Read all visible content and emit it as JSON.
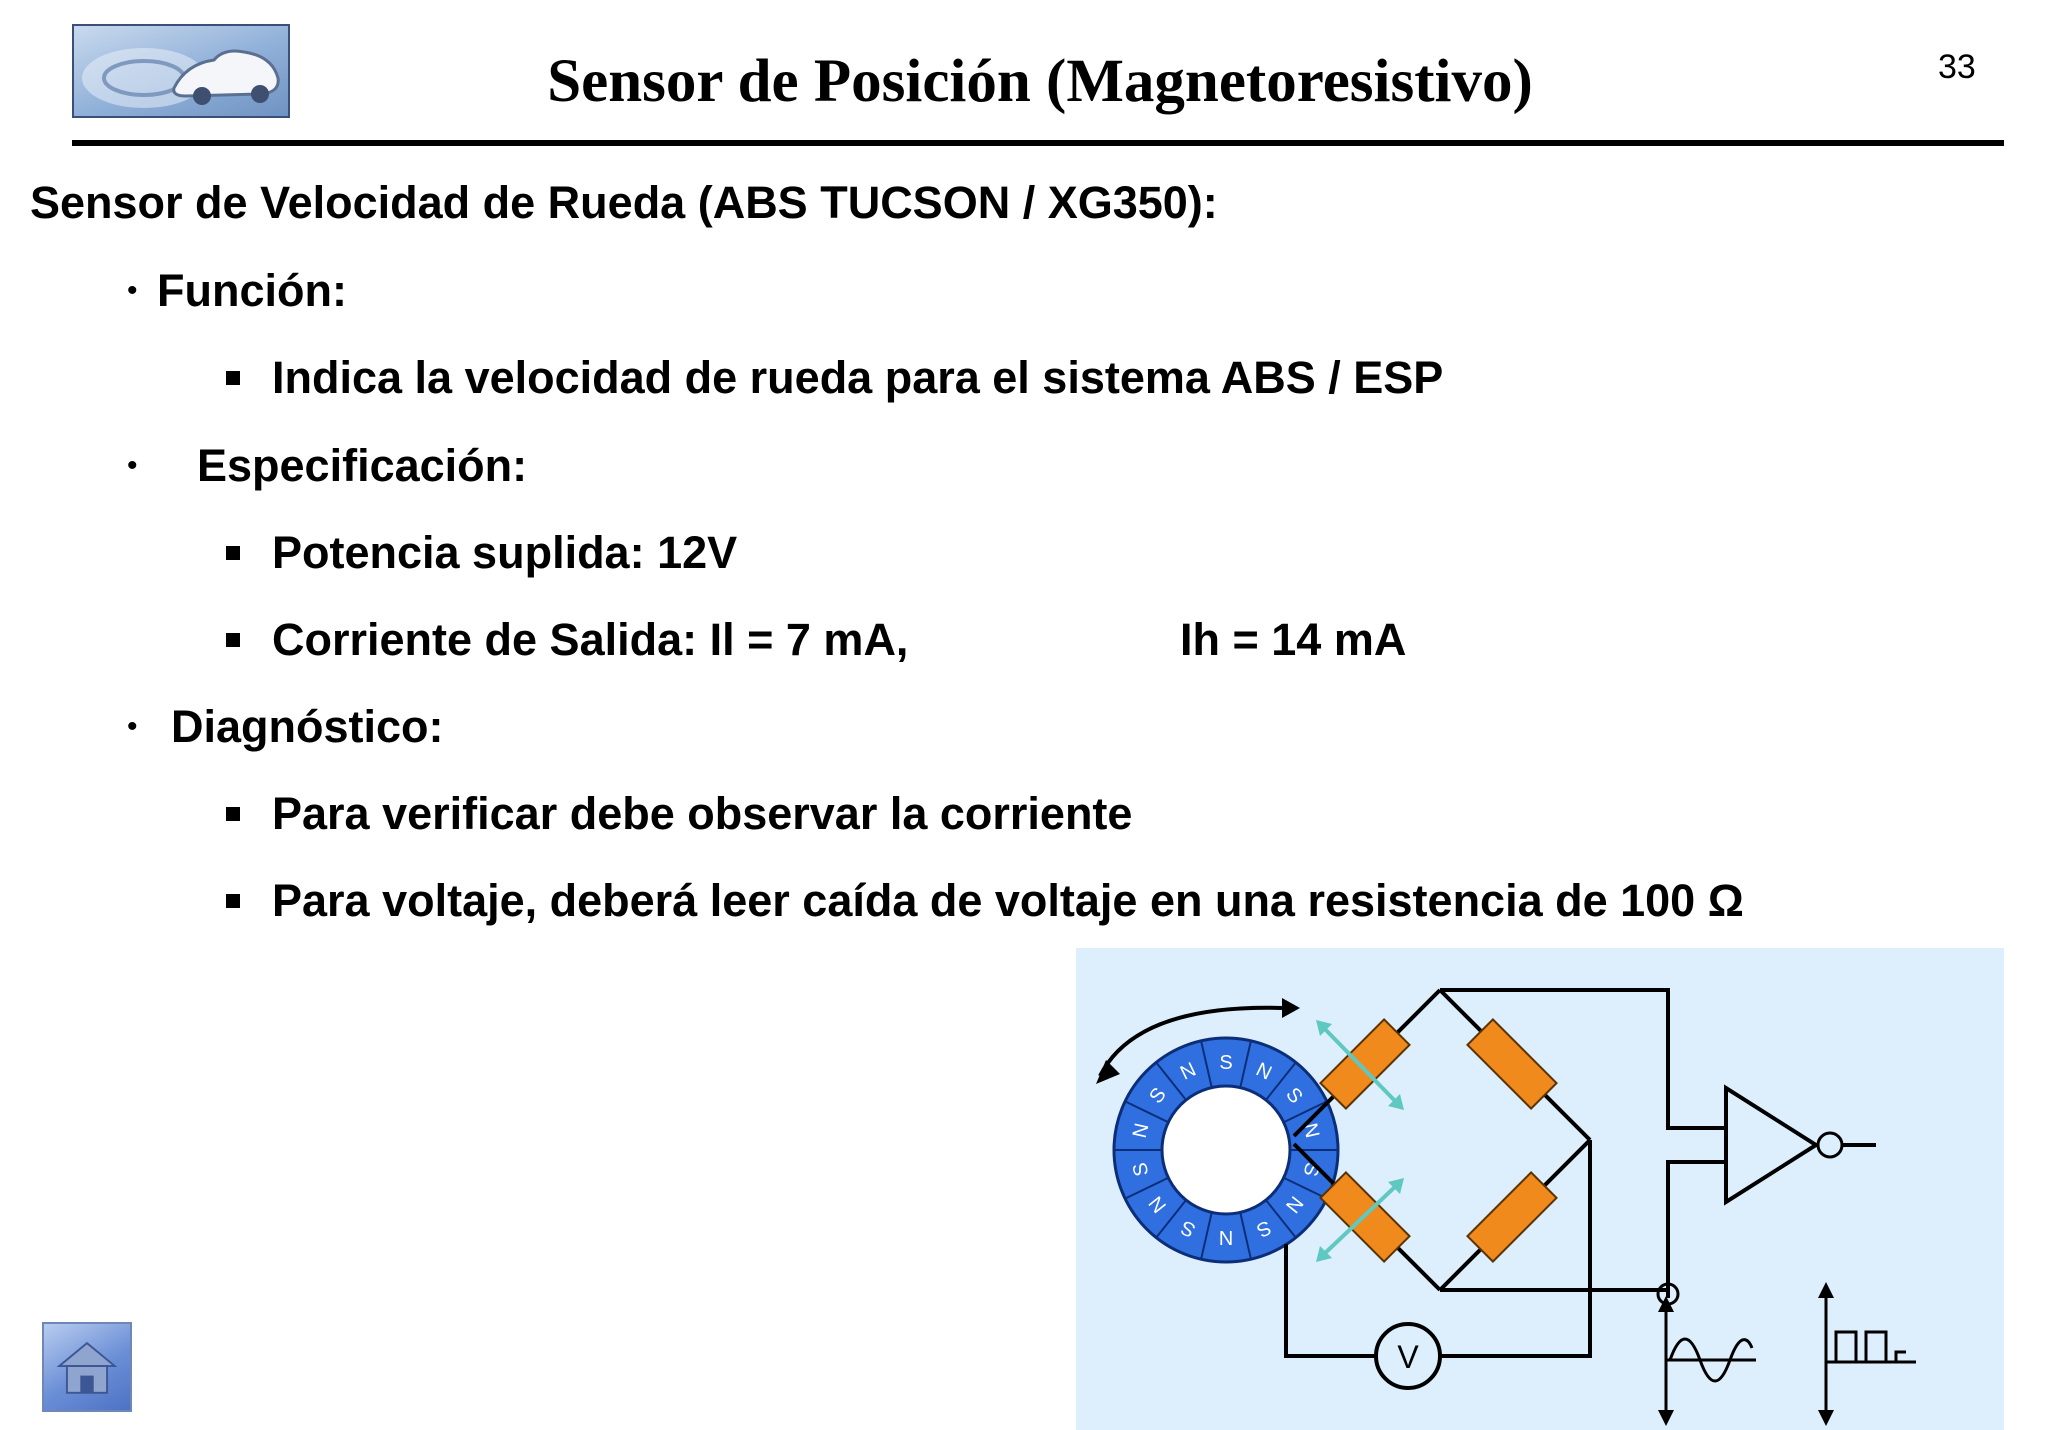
{
  "header": {
    "title": "Sensor de Posición (Magnetoresistivo)",
    "page_number": "33",
    "logo_icon": "car-logo-icon"
  },
  "content": {
    "subtitle": "Sensor de Velocidad de Rueda (ABS TUCSON / XG350):",
    "sections": [
      {
        "heading": "Función:",
        "items": [
          "Indica la velocidad de rueda para el sistema ABS / ESP"
        ]
      },
      {
        "heading": "Especificación:",
        "items": [
          "Potencia suplida: 12V",
          "Corriente de Salida:  Il = 7 mA,",
          "Ih = 14 mA"
        ]
      },
      {
        "heading": "Diagnóstico:",
        "items": [
          "Para verificar debe observar la corriente",
          "Para voltaje, deberá leer caída de voltaje en una resistencia de 100 Ω"
        ]
      }
    ]
  },
  "diagram": {
    "ring_poles": [
      "S",
      "N",
      "S",
      "N",
      "S",
      "N",
      "S",
      "N",
      "S",
      "N",
      "S",
      "N",
      "S",
      "N"
    ],
    "voltmeter_label": "V",
    "background_color": "#ddeefc",
    "ring_color": "#2f6fe0",
    "resistor_color": "#f08a1c",
    "field_arrow_color": "#5fc8c0"
  },
  "nav": {
    "home_icon": "home-icon"
  }
}
